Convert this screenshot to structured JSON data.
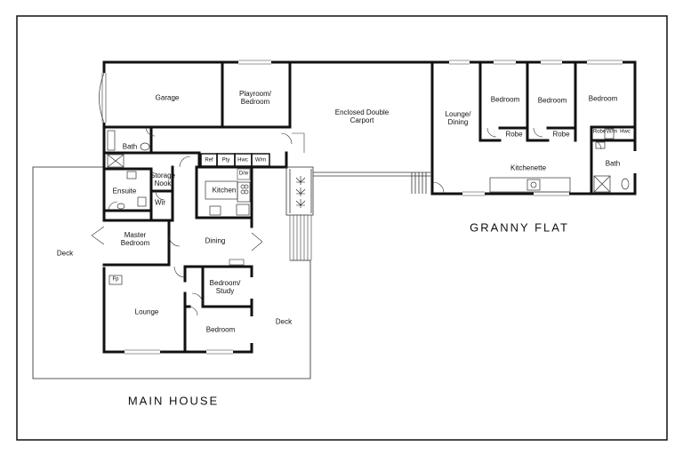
{
  "sections": {
    "main_house": "MAIN HOUSE",
    "granny_flat": "GRANNY FLAT"
  },
  "rooms": {
    "garage": "Garage",
    "playroom": "Playroom/\nBedroom",
    "carport": "Enclosed Double\nCarport",
    "lounge_dining": "Lounge/\nDining",
    "gf_bedroom_1": "Bedroom",
    "gf_bedroom_2": "Bedroom",
    "gf_bedroom_3": "Bedroom",
    "robe_1": "Robe",
    "robe_2": "Robe",
    "robe_3": "Robe",
    "gf_wm": "W/m",
    "gf_hwc": "Hwc",
    "kitchenette": "Kitchenette",
    "gf_bath": "Bath",
    "bath": "Bath",
    "ref": "Ref",
    "pty": "Pty",
    "hwc": "Hwc",
    "wm": "W/m",
    "dw": "D/w",
    "storage_nook": "Storage\nNook",
    "ensuite": "Ensuite",
    "wir": "Wir",
    "kitchen": "Kitchen",
    "master_bedroom": "Master\nBedroom",
    "dining": "Dining",
    "deck_left": "Deck",
    "fp": "Fp",
    "bedroom_study": "Bedroom/\nStudy",
    "lounge": "Lounge",
    "bedroom": "Bedroom",
    "deck_right": "Deck"
  },
  "colors": {
    "wall": "#111111",
    "thin_line": "#222222",
    "background": "#ffffff"
  }
}
